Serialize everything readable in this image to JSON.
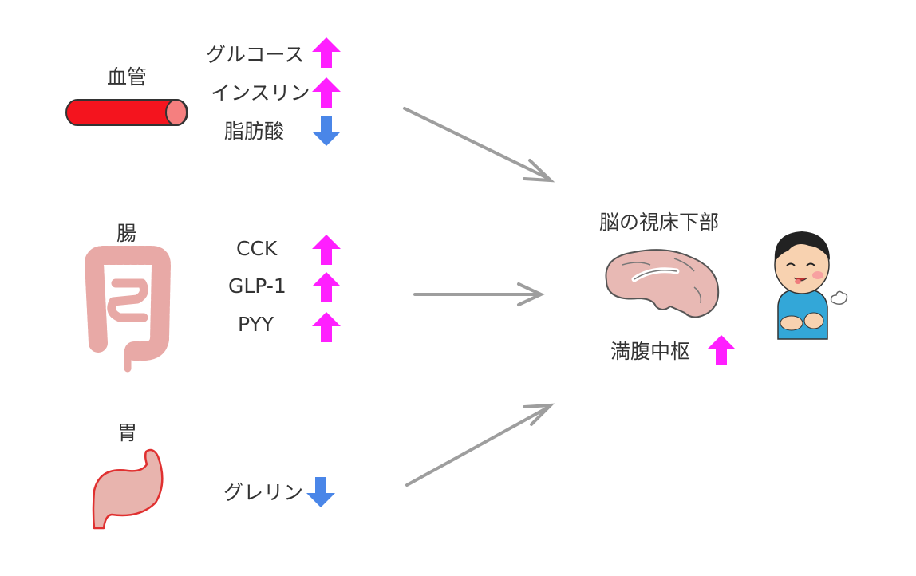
{
  "colors": {
    "up": "#FF1FFF",
    "down": "#4A86E8",
    "arrow": "#9E9E9E",
    "vessel": "#F4141E",
    "organ": "#E8A9A6"
  },
  "vessel": {
    "label": "血管",
    "signals": [
      {
        "name": "グルコース",
        "dir": "up"
      },
      {
        "name": "インスリン",
        "dir": "up"
      },
      {
        "name": "脂肪酸",
        "dir": "down"
      }
    ]
  },
  "intestine": {
    "label": "腸",
    "signals": [
      {
        "name": "CCK",
        "dir": "up"
      },
      {
        "name": "GLP-1",
        "dir": "up"
      },
      {
        "name": "PYY",
        "dir": "up"
      }
    ]
  },
  "stomach": {
    "label": "胃",
    "signals": [
      {
        "name": "グレリン",
        "dir": "down"
      }
    ]
  },
  "brain": {
    "title": "脳の視床下部",
    "center": {
      "name": "満腹中枢",
      "dir": "up"
    }
  }
}
